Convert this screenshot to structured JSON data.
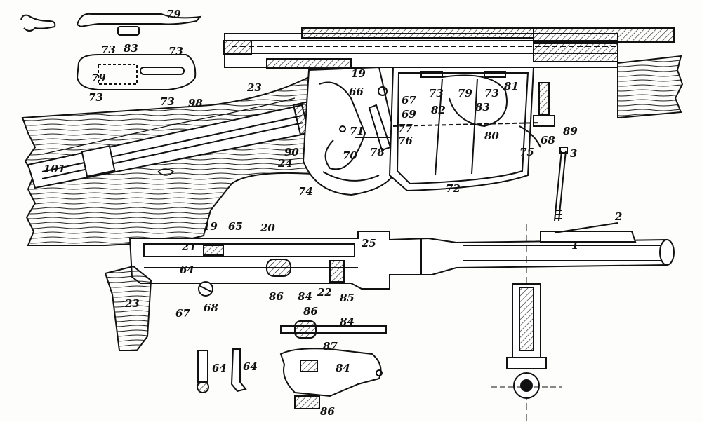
{
  "callouts": {
    "c79a": "79",
    "c83a": "83",
    "c73a": "73",
    "c73b": "73",
    "c79b": "79",
    "c73c": "73",
    "c73d": "73",
    "c23a": "23",
    "c98": "98",
    "c101": "101",
    "c24": "24",
    "c90": "90",
    "c70": "70",
    "c74": "74",
    "c19a": "19",
    "c66": "66",
    "c67a": "67",
    "c69": "69",
    "c71": "71",
    "c77": "77",
    "c76": "76",
    "c78": "78",
    "c73e": "73",
    "c79c": "79",
    "c73f": "73",
    "c81": "81",
    "c82": "82",
    "c83b": "83",
    "c80": "80",
    "c72": "72",
    "c75": "75",
    "c68a": "68",
    "c89": "89",
    "c3": "3",
    "c2": "2",
    "c1": "1",
    "c19b": "19",
    "c65": "65",
    "c20": "20",
    "c21": "21",
    "c25": "25",
    "c64a": "64",
    "c86a": "86",
    "c84a": "84",
    "c22": "22",
    "c85": "85",
    "c23b": "23",
    "c67b": "67",
    "c68b": "68",
    "c86b": "86",
    "c84b": "84",
    "c87": "87",
    "c84c": "84",
    "c64b": "64",
    "c64c": "64",
    "c86c": "86"
  },
  "colors": {
    "ink": "#111111",
    "paper": "#fdfdfb"
  }
}
